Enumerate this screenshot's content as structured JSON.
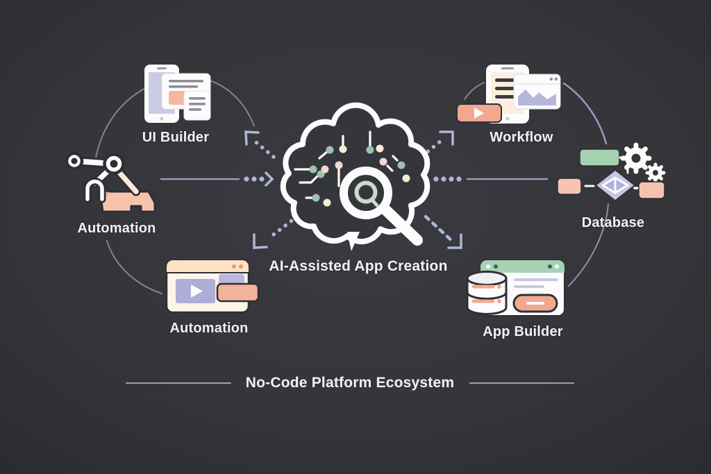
{
  "title": {
    "text": "No-Code Platform Ecosystem"
  },
  "center": {
    "id": "ai-center",
    "label": "AI-Assisted App Creation",
    "icon": "brain-magnifier-icon"
  },
  "nodes": [
    {
      "id": "ui-builder",
      "label": "UI Builder",
      "icon": "phone-cards-icon",
      "position": "top-left"
    },
    {
      "id": "automation-left",
      "label": "Automation",
      "icon": "robot-arm-icon",
      "position": "middle-left"
    },
    {
      "id": "workflow",
      "label": "Workflow",
      "icon": "phone-chart-play-icon",
      "position": "top-right"
    },
    {
      "id": "database",
      "label": "Database",
      "icon": "flowchart-gears-icon",
      "position": "middle-right"
    },
    {
      "id": "automation-bottom",
      "label": "Automation",
      "icon": "browser-video-icon",
      "position": "bottom-left"
    },
    {
      "id": "app-builder",
      "label": "App Builder",
      "icon": "browser-db-icon",
      "position": "bottom-right"
    }
  ],
  "connections": [
    {
      "from": "automation-left",
      "to": "ai-center",
      "style": "solid-line-dotted-arrow-right"
    },
    {
      "from": "ai-center",
      "to": "ui-builder",
      "style": "dotted-arrow-up-left"
    },
    {
      "from": "ai-center",
      "to": "workflow",
      "style": "dotted-arrow-up-right"
    },
    {
      "from": "ai-center",
      "to": "database",
      "style": "dotted-then-solid-line"
    },
    {
      "from": "ai-center",
      "to": "automation-bottom",
      "style": "dotted-arrow-down-left"
    },
    {
      "from": "ai-center",
      "to": "app-builder",
      "style": "dotted-arrow-down-right"
    },
    {
      "from": "automation-left",
      "to": "ui-builder",
      "style": "arc"
    },
    {
      "from": "automation-left",
      "to": "automation-bottom",
      "style": "arc"
    },
    {
      "from": "workflow",
      "to": "database",
      "style": "arc"
    },
    {
      "from": "database",
      "to": "app-builder",
      "style": "arc"
    }
  ],
  "colors": {
    "background": "#34353b",
    "lavender": "#b3b3d9",
    "lavender_fill": "#c9c8e4",
    "salmon": "#f2a78f",
    "salmon_light": "#f6c4ad",
    "cream": "#fbe9cf",
    "green": "#a5d0b2",
    "white": "#fcfcfd",
    "text": "#f2f2f4",
    "arc_gray": "#85868d"
  }
}
